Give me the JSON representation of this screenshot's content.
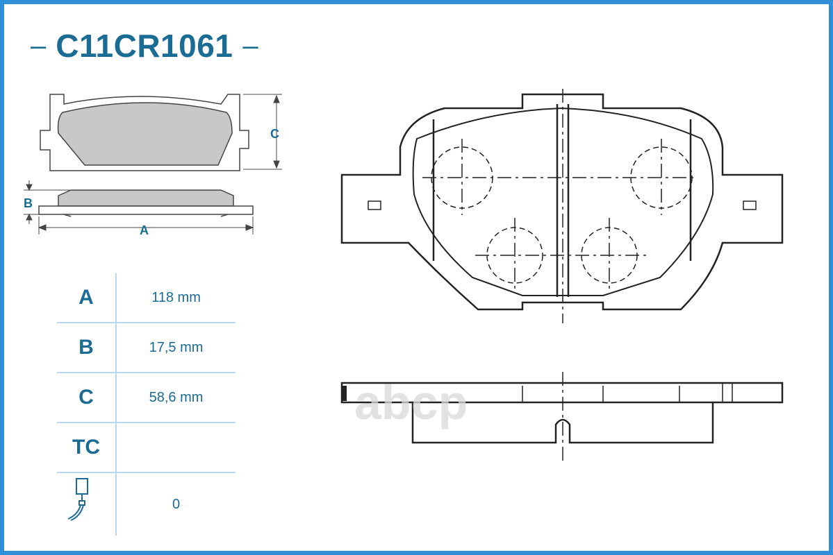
{
  "header": {
    "dash_left": "–",
    "part_number": "C11CR1061",
    "dash_right": "–"
  },
  "dimension_labels": {
    "a": "A",
    "b": "B",
    "c": "C"
  },
  "specs": [
    {
      "key": "A",
      "value": "118 mm"
    },
    {
      "key": "B",
      "value": "17,5 mm"
    },
    {
      "key": "C",
      "value": "58,6 mm"
    },
    {
      "key": "TC",
      "value": ""
    }
  ],
  "wear_sensor": {
    "icon": "wear-sensor-icon",
    "value": "0"
  },
  "watermark": "abcp",
  "colors": {
    "accent": "#1a6c95",
    "frame": "#2f8fd8",
    "pad_fill": "#c8c8c8",
    "table_lines": "#b9d8ee"
  }
}
